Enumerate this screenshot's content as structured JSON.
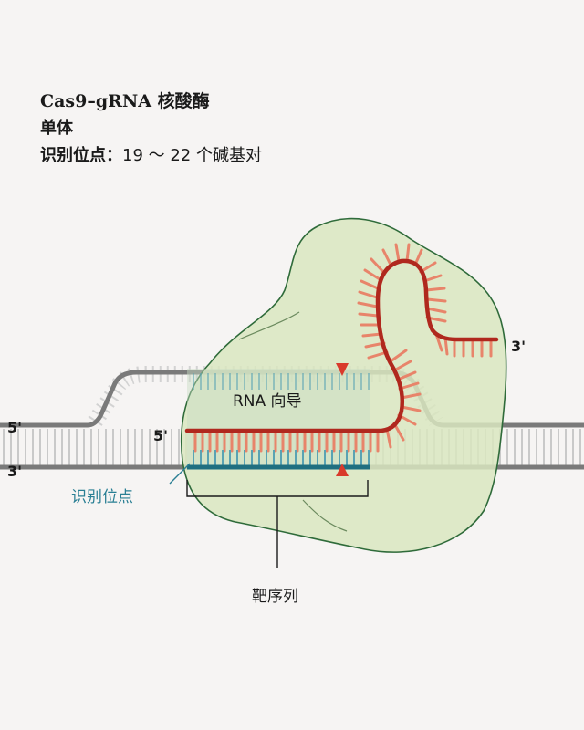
{
  "header": {
    "title": "Cas9–gRNA 核酸酶",
    "subtitle": "单体",
    "recognition_label": "识别位点：",
    "recognition_value": "19 ～ 22 个碱基对"
  },
  "labels": {
    "five_prime_top": "5'",
    "three_prime_bottom": "3'",
    "five_prime_guide": "5'",
    "three_prime_guide": "3'",
    "rna_guide": "RNA 向导",
    "recognition_site": "识别位点",
    "target_sequence": "靶序列"
  },
  "colors": {
    "background": "#f6f4f3",
    "protein_fill": "#d9e6c0",
    "protein_stroke": "#2f6b3a",
    "dna_strand": "#8a8a8a",
    "rna_backbone": "#b0281e",
    "rna_bases": "#e8846a",
    "recognition_teal": "#1f6f80",
    "cut_marker": "#d93a2b",
    "label_teal": "#2a7f94"
  }
}
